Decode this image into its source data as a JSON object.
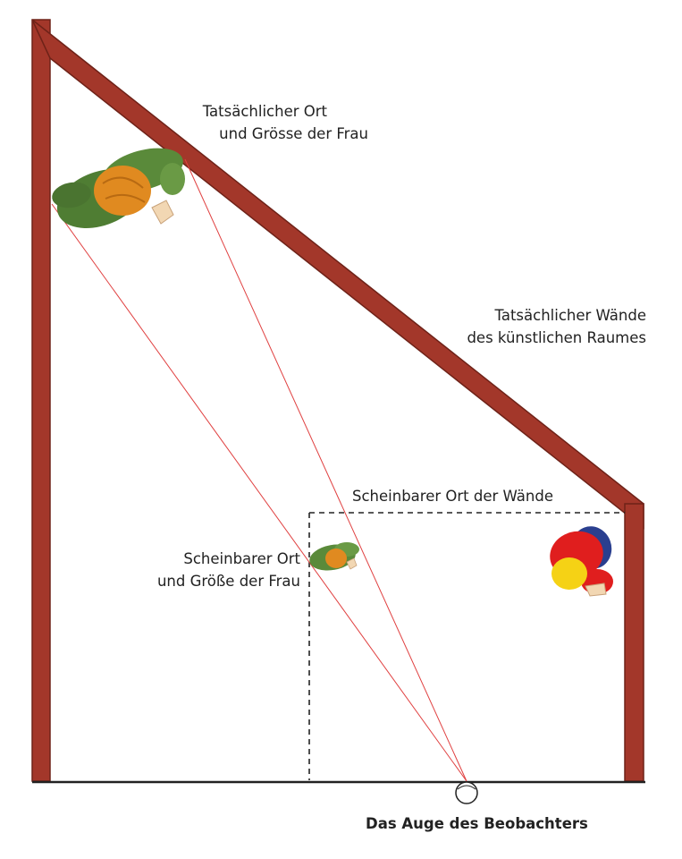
{
  "labels": {
    "actual_woman_line1": "Tatsächlicher Ort",
    "actual_woman_line2": "und Grösse der Frau",
    "actual_walls_line1": "Tatsächlicher Wände",
    "actual_walls_line2": "des künstlichen Raumes",
    "apparent_walls": "Scheinbarer Ort der Wände",
    "apparent_woman_line1": "Scheinbarer Ort",
    "apparent_woman_line2": "und Größe der Frau",
    "eye": "Das Auge des Beobachters"
  },
  "colors": {
    "wall": "#a3372a",
    "wall_edge": "#6e2218",
    "sight_line": "#e04040",
    "floor": "#222222",
    "woman_body": "#5a8a3a",
    "woman_hair": "#e08a20",
    "man_shirt": "#e01e1e",
    "man_back": "#2a3f8f",
    "man_hair": "#f5d215"
  }
}
